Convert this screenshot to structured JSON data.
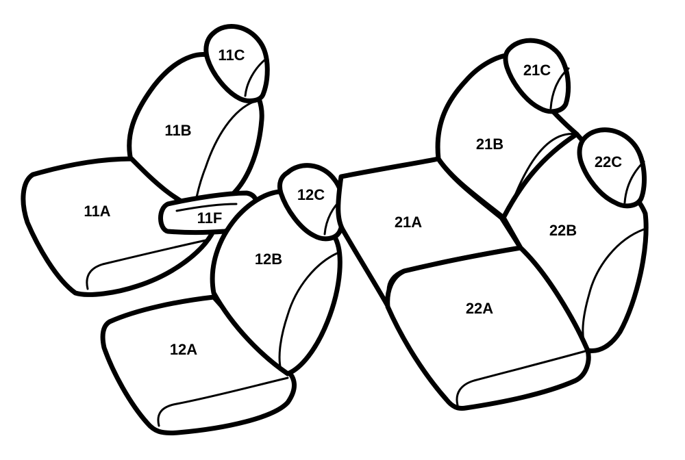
{
  "colors": {
    "outline": "#000000",
    "fill": "#ffffff"
  },
  "labels": {
    "p11A": "11A",
    "p11B": "11B",
    "p11C": "11C",
    "p11F": "11F",
    "p12A": "12A",
    "p12B": "12B",
    "p12C": "12C",
    "p21A": "21A",
    "p21B": "21B",
    "p21C": "21C",
    "p22A": "22A",
    "p22B": "22B",
    "p22C": "22C"
  }
}
